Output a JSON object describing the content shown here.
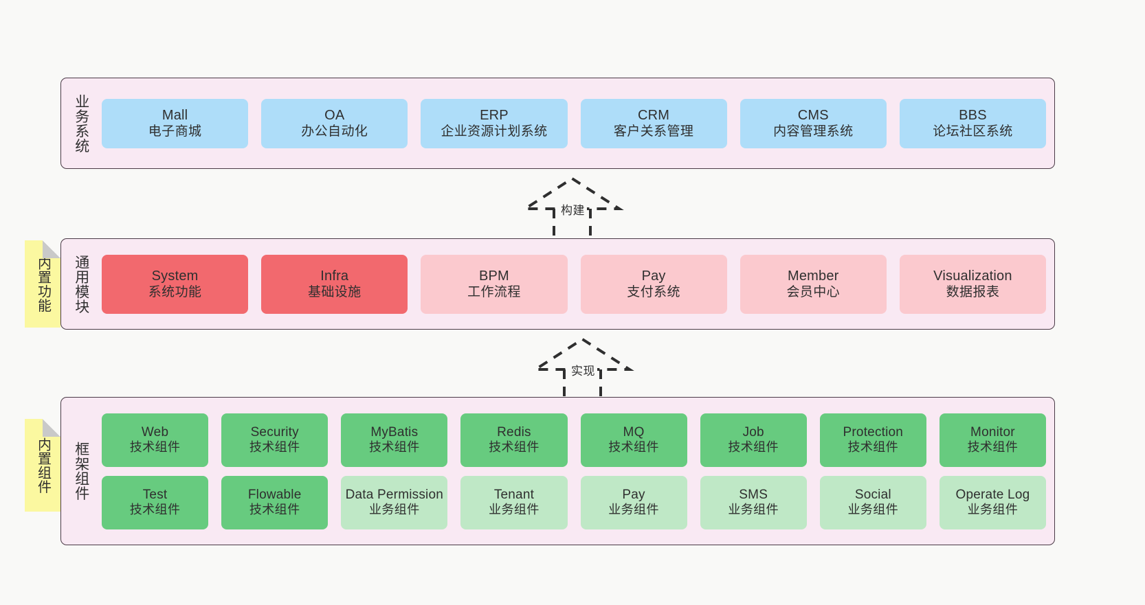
{
  "diagram": {
    "background_color": "#F9F9F7",
    "panel_color": "#F9E9F3",
    "panel_border_color": "#4A3A46",
    "sticky_color": "#FBF8A0"
  },
  "layers": [
    {
      "id": "business",
      "title": "业务系统",
      "rows": [
        {
          "cards": [
            {
              "en": "Mall",
              "cn": "电子商城",
              "color": "#AEDDF9",
              "style": "blue"
            },
            {
              "en": "OA",
              "cn": "办公自动化",
              "color": "#AEDDF9",
              "style": "blue"
            },
            {
              "en": "ERP",
              "cn": "企业资源计划系统",
              "color": "#AEDDF9",
              "style": "blue"
            },
            {
              "en": "CRM",
              "cn": "客户关系管理",
              "color": "#AEDDF9",
              "style": "blue"
            },
            {
              "en": "CMS",
              "cn": "内容管理系统",
              "color": "#AEDDF9",
              "style": "blue"
            },
            {
              "en": "BBS",
              "cn": "论坛社区系统",
              "color": "#AEDDF9",
              "style": "blue"
            }
          ]
        }
      ]
    },
    {
      "id": "common",
      "title": "通用模块",
      "sticky": "内置功能",
      "rows": [
        {
          "cards": [
            {
              "en": "System",
              "cn": "系统功能",
              "color": "#F2696E",
              "style": "red"
            },
            {
              "en": "Infra",
              "cn": "基础设施",
              "color": "#F2696E",
              "style": "red"
            },
            {
              "en": "BPM",
              "cn": "工作流程",
              "color": "#FBC9CE",
              "style": "pink"
            },
            {
              "en": "Pay",
              "cn": "支付系统",
              "color": "#FBC9CE",
              "style": "pink"
            },
            {
              "en": "Member",
              "cn": "会员中心",
              "color": "#FBC9CE",
              "style": "pink"
            },
            {
              "en": "Visualization",
              "cn": "数据报表",
              "color": "#FBC9CE",
              "style": "pink"
            }
          ]
        }
      ]
    },
    {
      "id": "framework",
      "title": "框架组件",
      "sticky": "内置组件",
      "rows": [
        {
          "cards": [
            {
              "en": "Web",
              "cn": "技术组件",
              "color": "#67CB7F",
              "style": "green"
            },
            {
              "en": "Security",
              "cn": "技术组件",
              "color": "#67CB7F",
              "style": "green"
            },
            {
              "en": "MyBatis",
              "cn": "技术组件",
              "color": "#67CB7F",
              "style": "green"
            },
            {
              "en": "Redis",
              "cn": "技术组件",
              "color": "#67CB7F",
              "style": "green"
            },
            {
              "en": "MQ",
              "cn": "技术组件",
              "color": "#67CB7F",
              "style": "green"
            },
            {
              "en": "Job",
              "cn": "技术组件",
              "color": "#67CB7F",
              "style": "green"
            },
            {
              "en": "Protection",
              "cn": "技术组件",
              "color": "#67CB7F",
              "style": "green"
            },
            {
              "en": "Monitor",
              "cn": "技术组件",
              "color": "#67CB7F",
              "style": "green"
            }
          ]
        },
        {
          "cards": [
            {
              "en": "Test",
              "cn": "技术组件",
              "color": "#67CB7F",
              "style": "green"
            },
            {
              "en": "Flowable",
              "cn": "技术组件",
              "color": "#67CB7F",
              "style": "green"
            },
            {
              "en": "Data Permission",
              "cn": "业务组件",
              "color": "#BFE8C6",
              "style": "green-light"
            },
            {
              "en": "Tenant",
              "cn": "业务组件",
              "color": "#BFE8C6",
              "style": "green-light"
            },
            {
              "en": "Pay",
              "cn": "业务组件",
              "color": "#BFE8C6",
              "style": "green-light"
            },
            {
              "en": "SMS",
              "cn": "业务组件",
              "color": "#BFE8C6",
              "style": "green-light"
            },
            {
              "en": "Social",
              "cn": "业务组件",
              "color": "#BFE8C6",
              "style": "green-light"
            },
            {
              "en": "Operate Log",
              "cn": "业务组件",
              "color": "#BFE8C6",
              "style": "green-light"
            }
          ]
        }
      ]
    }
  ],
  "connectors": [
    {
      "id": "build",
      "label": "构建",
      "from": "common",
      "to": "business",
      "style": "dashed-hollow-triangle"
    },
    {
      "id": "impl",
      "label": "实现",
      "from": "framework",
      "to": "common",
      "style": "dashed-hollow-triangle"
    }
  ]
}
